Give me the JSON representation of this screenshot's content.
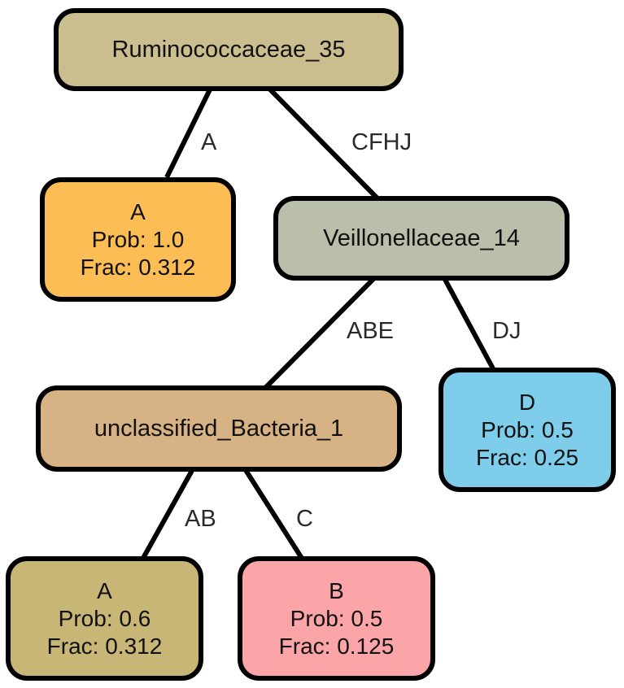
{
  "nodes": {
    "root": {
      "label": "Ruminococcaceae_35",
      "color": "#cbbe8e"
    },
    "veil": {
      "label": "Veillonellaceae_14",
      "color": "#b9bfaa"
    },
    "uncl": {
      "label": "unclassified_Bacteria_1",
      "color": "#d7b285"
    },
    "leafA1": {
      "class": "A",
      "prob": "Prob: 1.0",
      "frac": "Frac: 0.312",
      "color": "#fcbd55"
    },
    "leafD": {
      "class": "D",
      "prob": "Prob: 0.5",
      "frac": "Frac: 0.25",
      "color": "#7ecdea"
    },
    "leafA2": {
      "class": "A",
      "prob": "Prob: 0.6",
      "frac": "Frac: 0.312",
      "color": "#c8b677"
    },
    "leafB": {
      "class": "B",
      "prob": "Prob: 0.5",
      "frac": "Frac: 0.125",
      "color": "#fca5a8"
    }
  },
  "edges": {
    "root_leafA1": "A",
    "root_veil": "CFHJ",
    "veil_uncl": "ABE",
    "veil_leafD": "DJ",
    "uncl_leafA2": "AB",
    "uncl_leafB": "C"
  }
}
